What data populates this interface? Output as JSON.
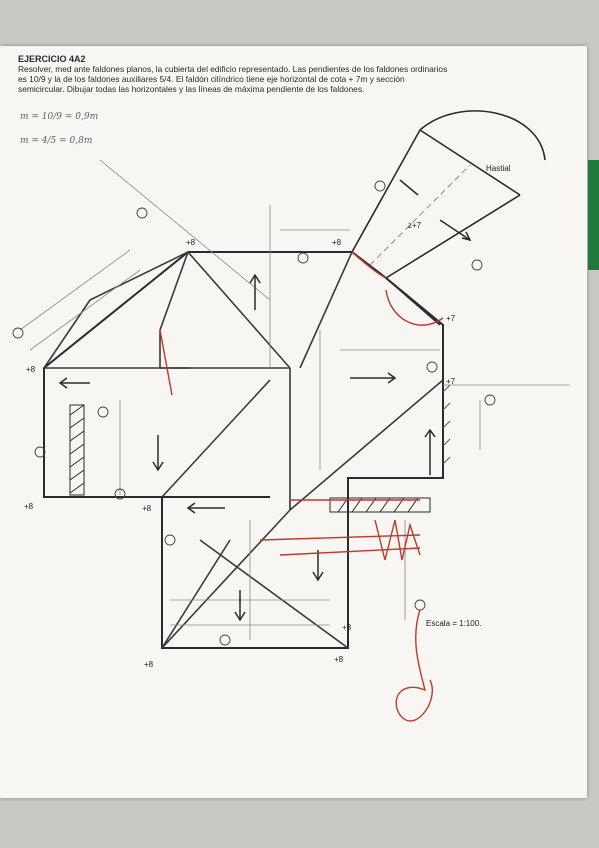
{
  "exercise": {
    "title": "EJERCICIO 4A2",
    "statement_lines": [
      "Resolver, med ante faldones planos, la cubierta del edificio representado. Las pendientes de los faldones ordinarios",
      "es 10/9 y la de los faldones auxiliares 5/4. El faldón cilíndrico tiene eje horizontal de cota + 7m y sección",
      "semicircular. Dibujar todas las horizontales y las líneas de máxima pendiente de los faldones."
    ]
  },
  "handwritten": {
    "slope_1": "m = 10/9 = 0,9m",
    "slope_2": "m = 4/5 = 0,8m"
  },
  "labels": {
    "hastial": "Hastial",
    "scale": "Escala = 1:100.",
    "ridge": "z+7",
    "heights": {
      "h_top_left": "+8",
      "h_top_mid": "+8",
      "h_left": "+8",
      "h_left_low": "+8",
      "h_mid_low": "+8",
      "h_right_a": "+7",
      "h_right_b": "+7",
      "h_bottom_right_a": "+8",
      "h_bottom_left": "+8",
      "h_bottom_right_b": "+8"
    }
  },
  "colors": {
    "ink": "#2b2b2b",
    "pencil": "#8a8a8a",
    "red": "#c0392b",
    "paper": "#f7f6f2"
  }
}
